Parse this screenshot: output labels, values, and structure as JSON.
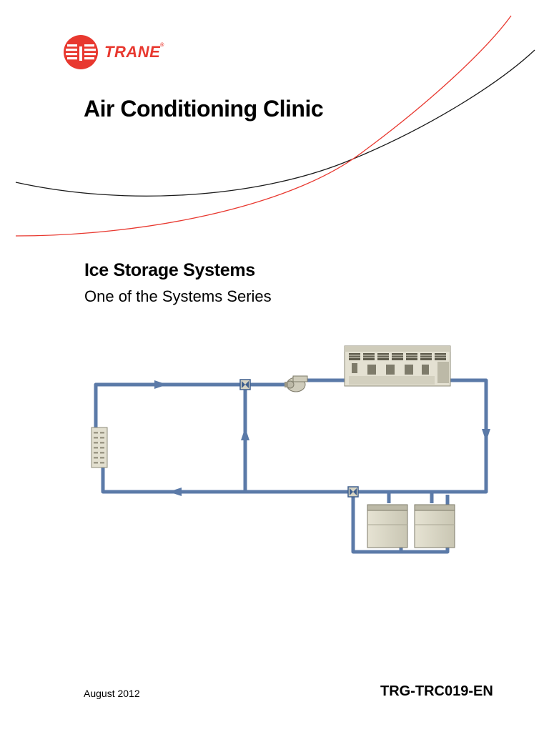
{
  "brand": {
    "name": "TRANE",
    "trademark": "®",
    "color": "#e8382f"
  },
  "header": {
    "series_title": "Air Conditioning Clinic"
  },
  "document": {
    "title": "Ice Storage Systems",
    "subtitle": "One of the Systems Series"
  },
  "footer": {
    "date": "August 2012",
    "doc_number": "TRG-TRC019-EN"
  },
  "colors": {
    "swoosh_red": "#e8382f",
    "swoosh_black": "#1a1a1a",
    "pipe": "#5b7aa8",
    "pipe_dark": "#3f5f8e",
    "equipment_fill": "#d7d4c3",
    "equipment_dark": "#8e8b78"
  },
  "diagram": {
    "components": [
      {
        "name": "air-handler-coil-icon"
      },
      {
        "name": "diverting-valve-icon"
      },
      {
        "name": "pump-icon"
      },
      {
        "name": "air-cooled-chiller-icon"
      },
      {
        "name": "mixing-valve-icon"
      },
      {
        "name": "ice-storage-tank-icon"
      }
    ]
  }
}
